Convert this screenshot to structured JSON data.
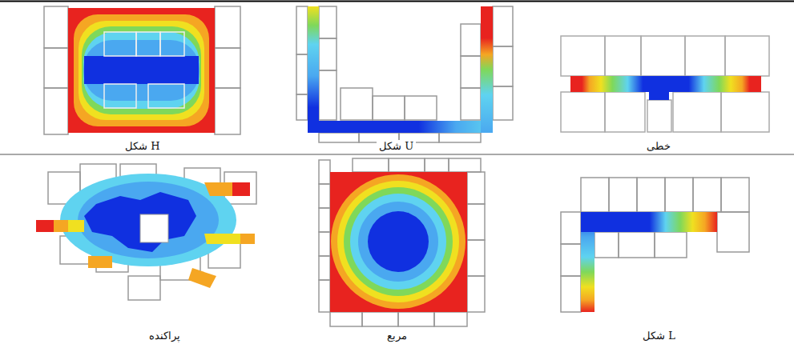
{
  "diagram": {
    "labels": [
      "H شکل",
      "U شکل",
      "خطی",
      "پراکنده",
      "مربع",
      "L شکل"
    ]
  }
}
